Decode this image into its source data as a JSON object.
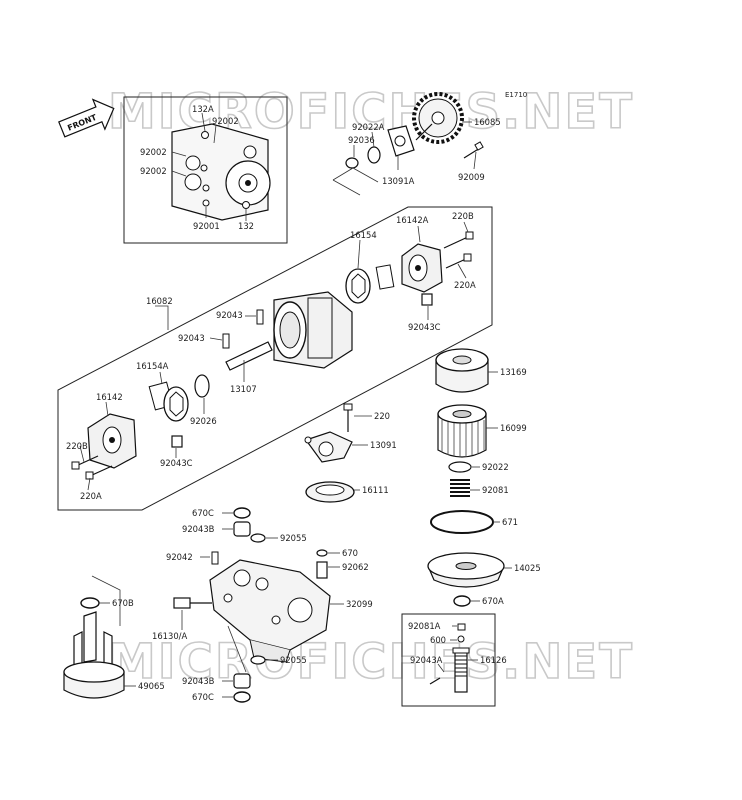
{
  "watermark": {
    "top": "MICROFICHES.NET",
    "bottom": "MICROFICHES.NET"
  },
  "front_badge": "FRONT",
  "diagram_code": "E1710",
  "labels": {
    "p132A": "132A",
    "p92002a": "92002",
    "p92002b": "92002",
    "p92002c": "92002",
    "p92001": "92001",
    "p132": "132",
    "p92022A": "92022A",
    "p92036": "92036",
    "p13091A": "13091A",
    "p16085": "16085",
    "p92009": "92009",
    "p16142A": "16142A",
    "p220B_r": "220B",
    "p16154": "16154",
    "p220A_r": "220A",
    "p92043C_r": "92043C",
    "p16082": "16082",
    "p92043a": "92043",
    "p92043b": "92043",
    "p16154A": "16154A",
    "p13107": "13107",
    "p16142": "16142",
    "p92026": "92026",
    "p220B_l": "220B",
    "p92043C_l": "92043C",
    "p220A_l": "220A",
    "p13169": "13169",
    "p220": "220",
    "p16099": "16099",
    "p13091": "13091",
    "p92022": "92022",
    "p16111": "16111",
    "p92081": "92081",
    "p670C_t": "670C",
    "p92043B_t": "92043B",
    "p92055_t": "92055",
    "p671": "671",
    "p92042": "92042",
    "p670": "670",
    "p92062": "92062",
    "p14025": "14025",
    "p670B": "670B",
    "p32099": "32099",
    "p670A": "670A",
    "p16130A": "16130/A",
    "p92081A": "92081A",
    "p600": "600",
    "p92043A": "92043A",
    "p16126": "16126",
    "p92055_b": "92055",
    "p49065": "49065",
    "p92043B_b": "92043B",
    "p670C_b": "670C"
  }
}
